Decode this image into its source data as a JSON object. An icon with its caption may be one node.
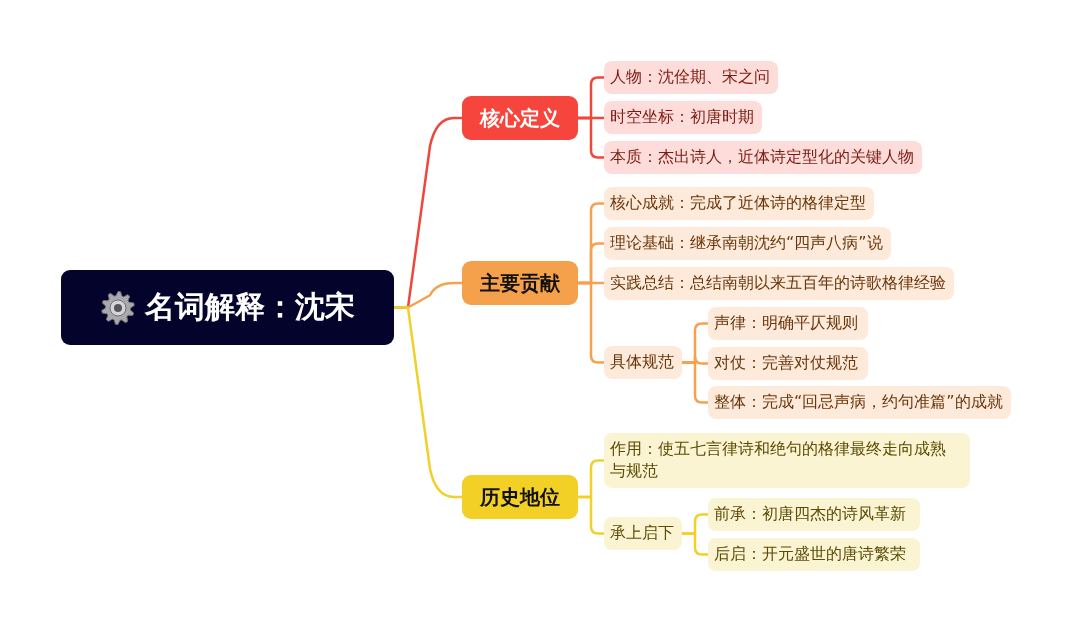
{
  "diagram": {
    "nodes": [
      {
        "text": [
          "名词解释：沈宋"
        ]
      },
      {
        "text": [
          "核心定义"
        ]
      },
      {
        "text": [
          "人物：沈佺期、宋之问"
        ]
      },
      {
        "text": [
          "时空坐标：初唐时期"
        ]
      },
      {
        "text": [
          "本质：杰出诗人，近体诗定型化的关键人物"
        ]
      },
      {
        "text": [
          "主要贡献"
        ]
      },
      {
        "text": [
          "核心成就：完成了近体诗的格律定型"
        ]
      },
      {
        "text": [
          "理论基础：继承南朝沈约“四声八病”说"
        ]
      },
      {
        "text": [
          "实践总结：总结南朝以来五百年的诗歌格律经验"
        ]
      },
      {
        "text": [
          "具体规范"
        ]
      },
      {
        "text": [
          "声律：明确平仄规则"
        ]
      },
      {
        "text": [
          "对仗：完善对仗规范"
        ]
      },
      {
        "text": [
          "整体：完成“回忌声病，约句准篇”的成就"
        ]
      },
      {
        "text": [
          "历史地位"
        ]
      },
      {
        "text": [
          "作用：使五七言律诗和绝句的格律最终走向成熟与规范"
        ]
      },
      {
        "text": [
          "承上启下"
        ]
      },
      {
        "text": [
          "前承：初唐四杰的诗风革新"
        ]
      },
      {
        "text": [
          "后启：开元盛世的唐诗繁荣"
        ]
      }
    ],
    "edges": [
      {
        "from": 0,
        "to": 1,
        "arrow": "none",
        "color": "#f0473d"
      },
      {
        "from": 1,
        "to": 2,
        "arrow": "none",
        "color": "#f0473d"
      },
      {
        "from": 1,
        "to": 3,
        "arrow": "none",
        "color": "#f0473d"
      },
      {
        "from": 1,
        "to": 4,
        "arrow": "none",
        "color": "#f0473d"
      },
      {
        "from": 0,
        "to": 5,
        "arrow": "none"
      },
      {
        "from": 5,
        "to": 6,
        "arrow": "none"
      },
      {
        "from": 5,
        "to": 7,
        "arrow": "none"
      },
      {
        "from": 5,
        "to": 8,
        "arrow": "none"
      },
      {
        "from": 5,
        "to": 9,
        "arrow": "none"
      },
      {
        "from": 9,
        "to": 10,
        "arrow": "none"
      },
      {
        "from": 9,
        "to": 11,
        "arrow": "none"
      },
      {
        "from": 9,
        "to": 12,
        "arrow": "none"
      },
      {
        "from": 0,
        "to": 13,
        "arrow": "none",
        "color": "#f2d02a"
      },
      {
        "from": 13,
        "to": 14,
        "arrow": "none",
        "color": "#f2d02a"
      },
      {
        "from": 13,
        "to": 15,
        "arrow": "none",
        "color": "#f2d02a"
      },
      {
        "from": 15,
        "to": 16,
        "arrow": "none",
        "color": "#f2d02a"
      },
      {
        "from": 15,
        "to": 17,
        "arrow": "none",
        "color": "#f2d02a"
      }
    ]
  }
}
